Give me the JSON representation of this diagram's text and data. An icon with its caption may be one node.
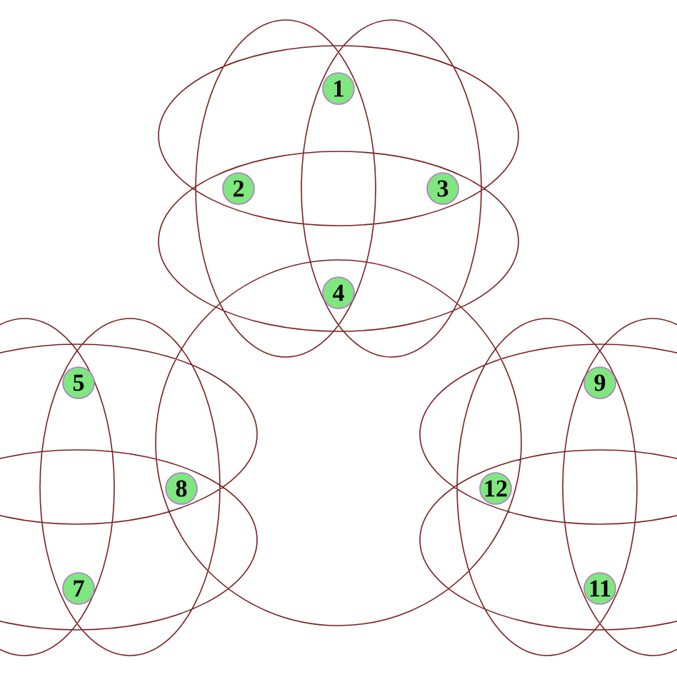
{
  "diagram": {
    "nodes": [
      {
        "text": [
          "1"
        ]
      },
      {
        "text": [
          "2"
        ]
      },
      {
        "text": [
          "3"
        ]
      },
      {
        "text": [
          "4"
        ]
      },
      {
        "text": [
          "5"
        ]
      },
      {
        "text": [
          "8"
        ]
      },
      {
        "text": [
          "7"
        ]
      },
      {
        "text": [
          "9"
        ]
      },
      {
        "text": [
          "12"
        ]
      },
      {
        "text": [
          "11"
        ]
      }
    ]
  }
}
